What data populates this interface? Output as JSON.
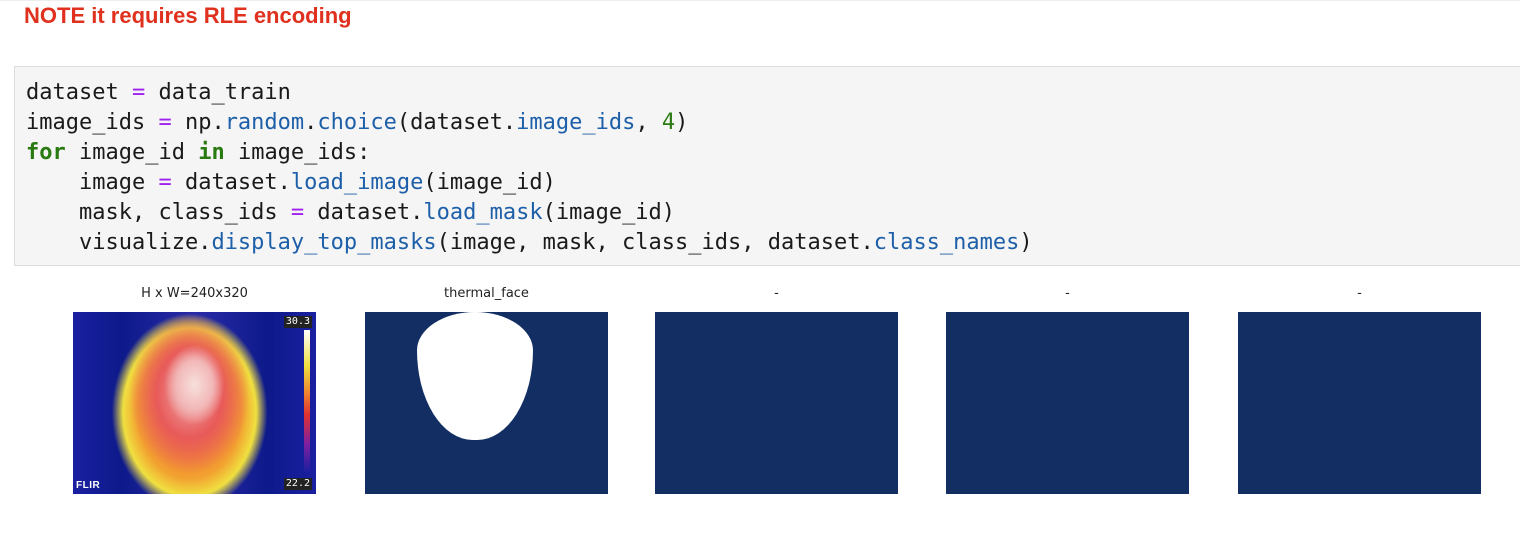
{
  "note": "NOTE it requires RLE encoding",
  "code_cell": {
    "lines": [
      [
        [
          "dataset ",
          "plain"
        ],
        [
          "=",
          "op"
        ],
        [
          " data_train",
          "plain"
        ]
      ],
      [
        [
          "image_ids ",
          "plain"
        ],
        [
          "=",
          "op"
        ],
        [
          " np.",
          "plain"
        ],
        [
          "random",
          "attr"
        ],
        [
          ".",
          "plain"
        ],
        [
          "choice",
          "attr"
        ],
        [
          "(dataset.",
          "plain"
        ],
        [
          "image_ids",
          "attr"
        ],
        [
          ", ",
          "plain"
        ],
        [
          "4",
          "num"
        ],
        [
          ")",
          "plain"
        ]
      ],
      [
        [
          "for",
          "kw"
        ],
        [
          " image_id ",
          "plain"
        ],
        [
          "in",
          "kw"
        ],
        [
          " image_ids:",
          "plain"
        ]
      ],
      [
        [
          "    image ",
          "plain"
        ],
        [
          "=",
          "op"
        ],
        [
          " dataset.",
          "plain"
        ],
        [
          "load_image",
          "attr"
        ],
        [
          "(image_id)",
          "plain"
        ]
      ],
      [
        [
          "    mask, class_ids ",
          "plain"
        ],
        [
          "=",
          "op"
        ],
        [
          " dataset.",
          "plain"
        ],
        [
          "load_mask",
          "attr"
        ],
        [
          "(image_id)",
          "plain"
        ]
      ],
      [
        [
          "    visualize.",
          "plain"
        ],
        [
          "display_top_masks",
          "attr"
        ],
        [
          "(image, mask, class_ids, dataset.",
          "plain"
        ],
        [
          "class_names",
          "attr"
        ],
        [
          ")",
          "plain"
        ]
      ]
    ]
  },
  "output": {
    "panels": [
      {
        "title": "H x W=240x320",
        "kind": "thermal-image"
      },
      {
        "title": "thermal_face",
        "kind": "mask"
      },
      {
        "title": "-",
        "kind": "empty-mask"
      },
      {
        "title": "-",
        "kind": "empty-mask"
      },
      {
        "title": "-",
        "kind": "empty-mask"
      }
    ],
    "thermal_overlay": {
      "top_readout": "30.3",
      "bottom_readout": "22.2",
      "brand": "FLIR"
    },
    "mask_color": "#132e63",
    "mask_fill_color": "#ffffff"
  }
}
